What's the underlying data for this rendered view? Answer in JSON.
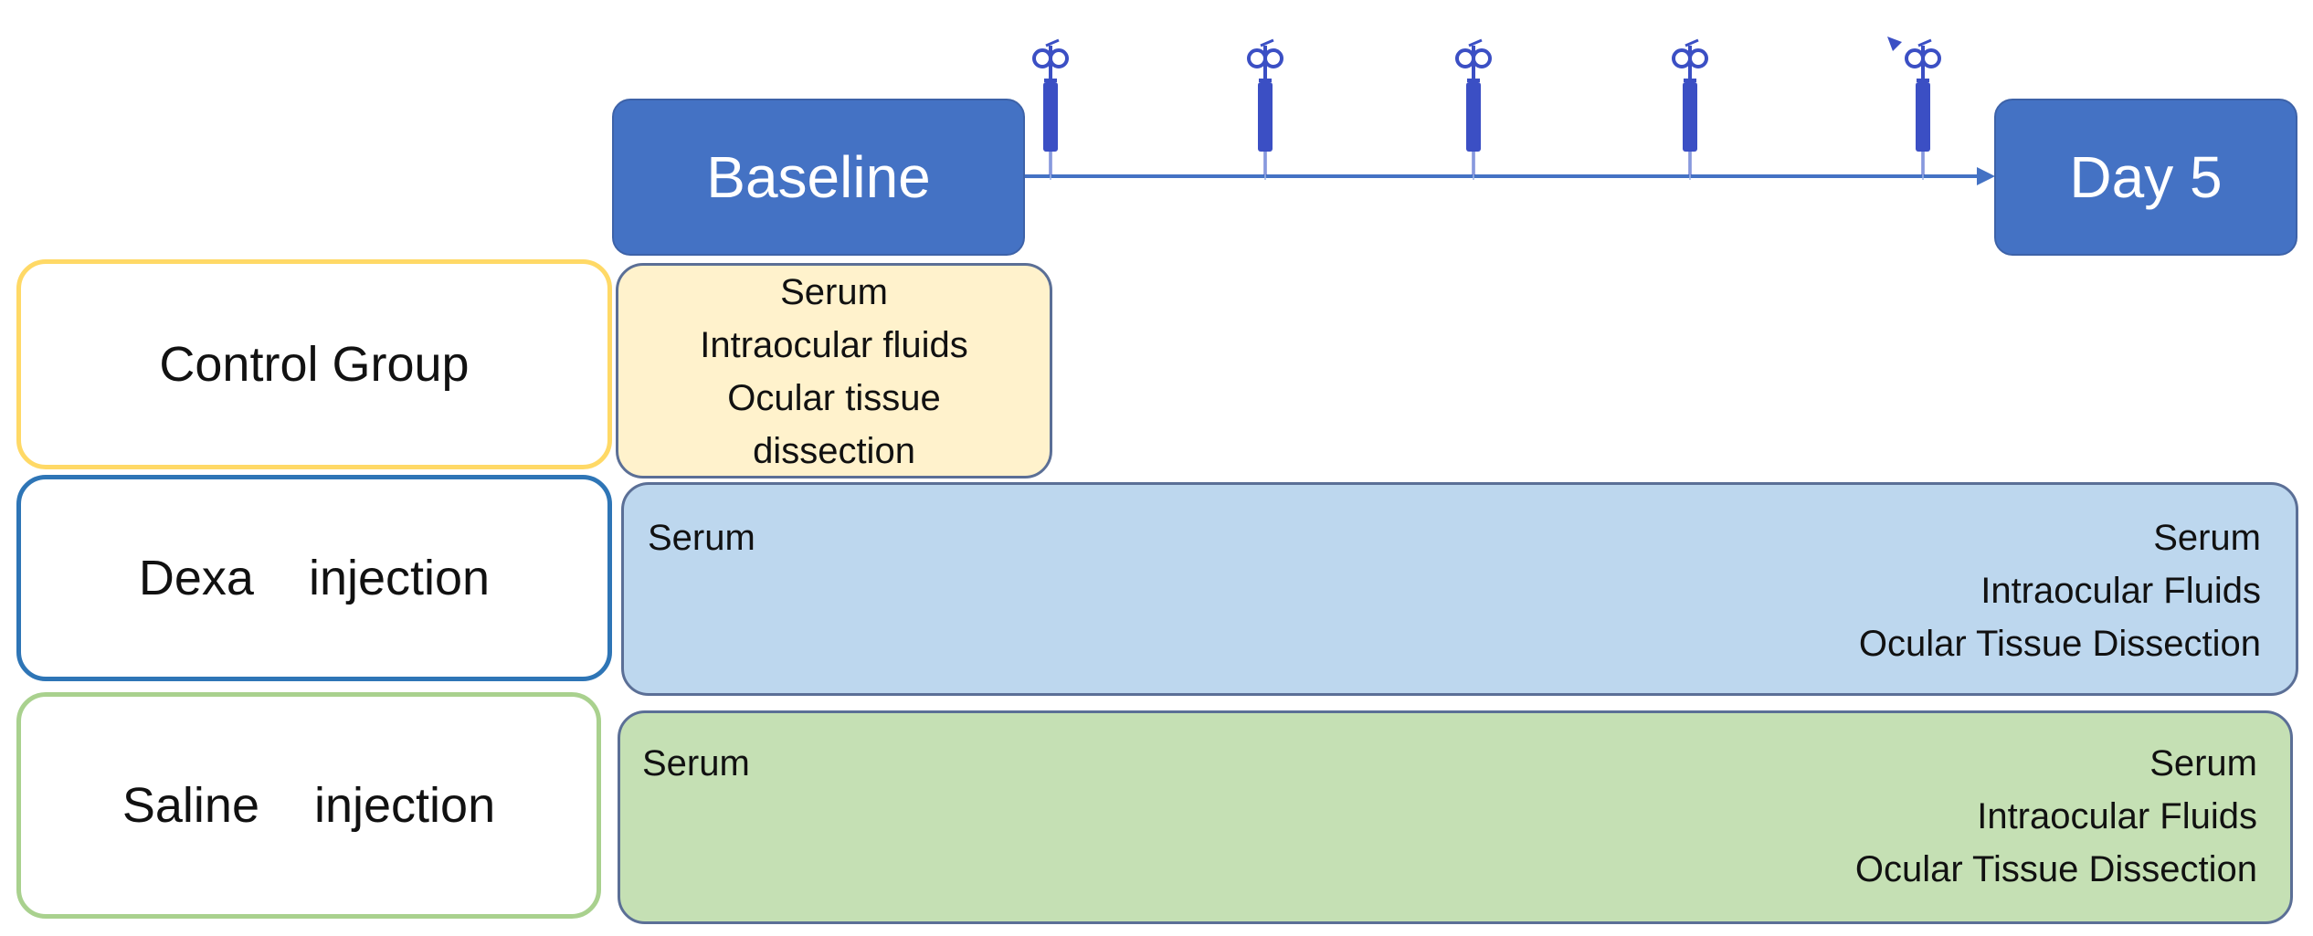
{
  "timeline": {
    "start_label": "Baseline",
    "end_label": "Day 5",
    "injection_count": 5,
    "colors": {
      "milestone": "#4472c4",
      "syringe": "#3b4fc4",
      "arrow": "#4472c4"
    }
  },
  "groups": [
    {
      "label": "Control Group",
      "border_color": "#ffd966",
      "lane_color": "#fff2cc",
      "samples": [
        "Serum",
        "Intraocular fluids",
        "Ocular tissue",
        "dissection"
      ]
    },
    {
      "label": "Dexa    injection",
      "border_color": "#2e75b6",
      "lane_color": "#bdd7ee",
      "start_sample": "Serum",
      "end_samples": [
        "Serum",
        "Intraocular Fluids",
        "Ocular Tissue Dissection"
      ]
    },
    {
      "label": "Saline    injection",
      "border_color": "#a9d18e",
      "lane_color": "#c5e0b4",
      "start_sample": "Serum",
      "end_samples": [
        "Serum",
        "Intraocular Fluids",
        "Ocular Tissue Dissection"
      ]
    }
  ]
}
